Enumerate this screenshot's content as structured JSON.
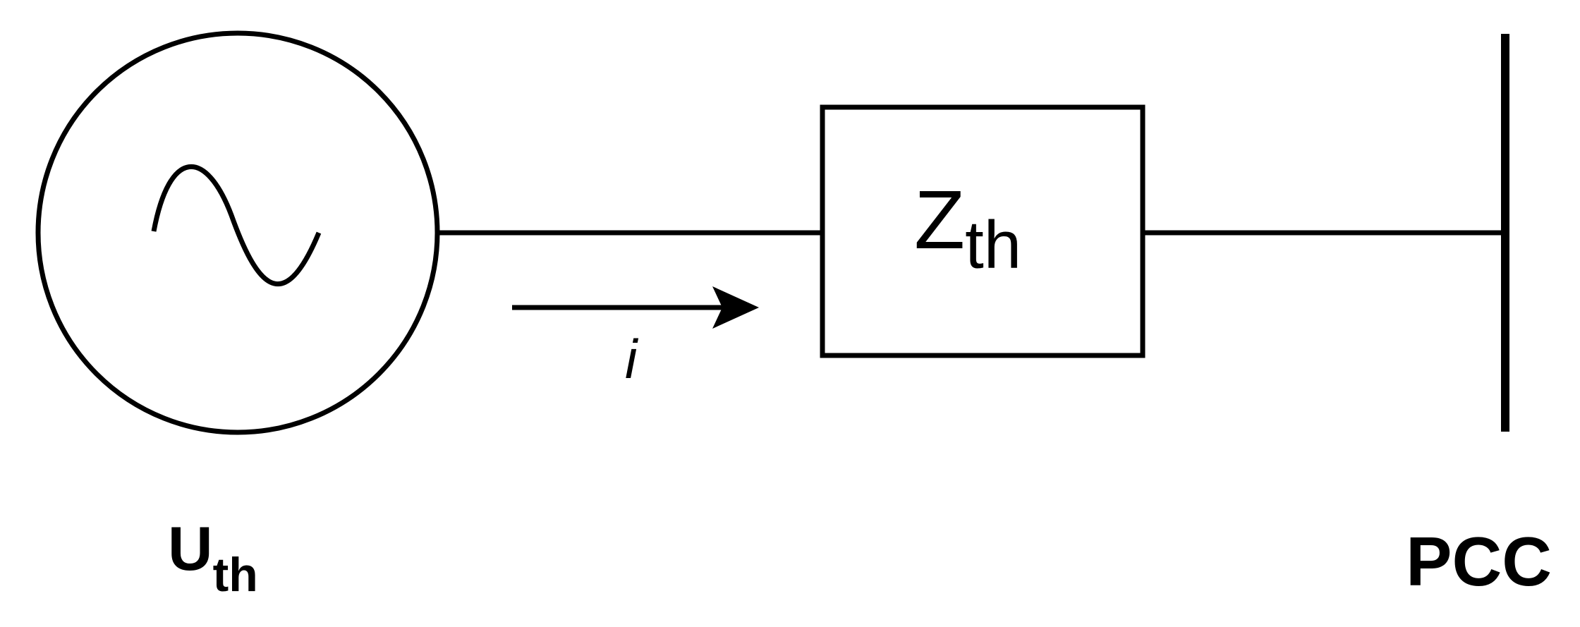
{
  "source": {
    "symbol": "U",
    "subscript": "th"
  },
  "impedance": {
    "symbol": "Z",
    "subscript": "th"
  },
  "current": {
    "symbol": "i"
  },
  "bus": {
    "label": "PCC"
  }
}
